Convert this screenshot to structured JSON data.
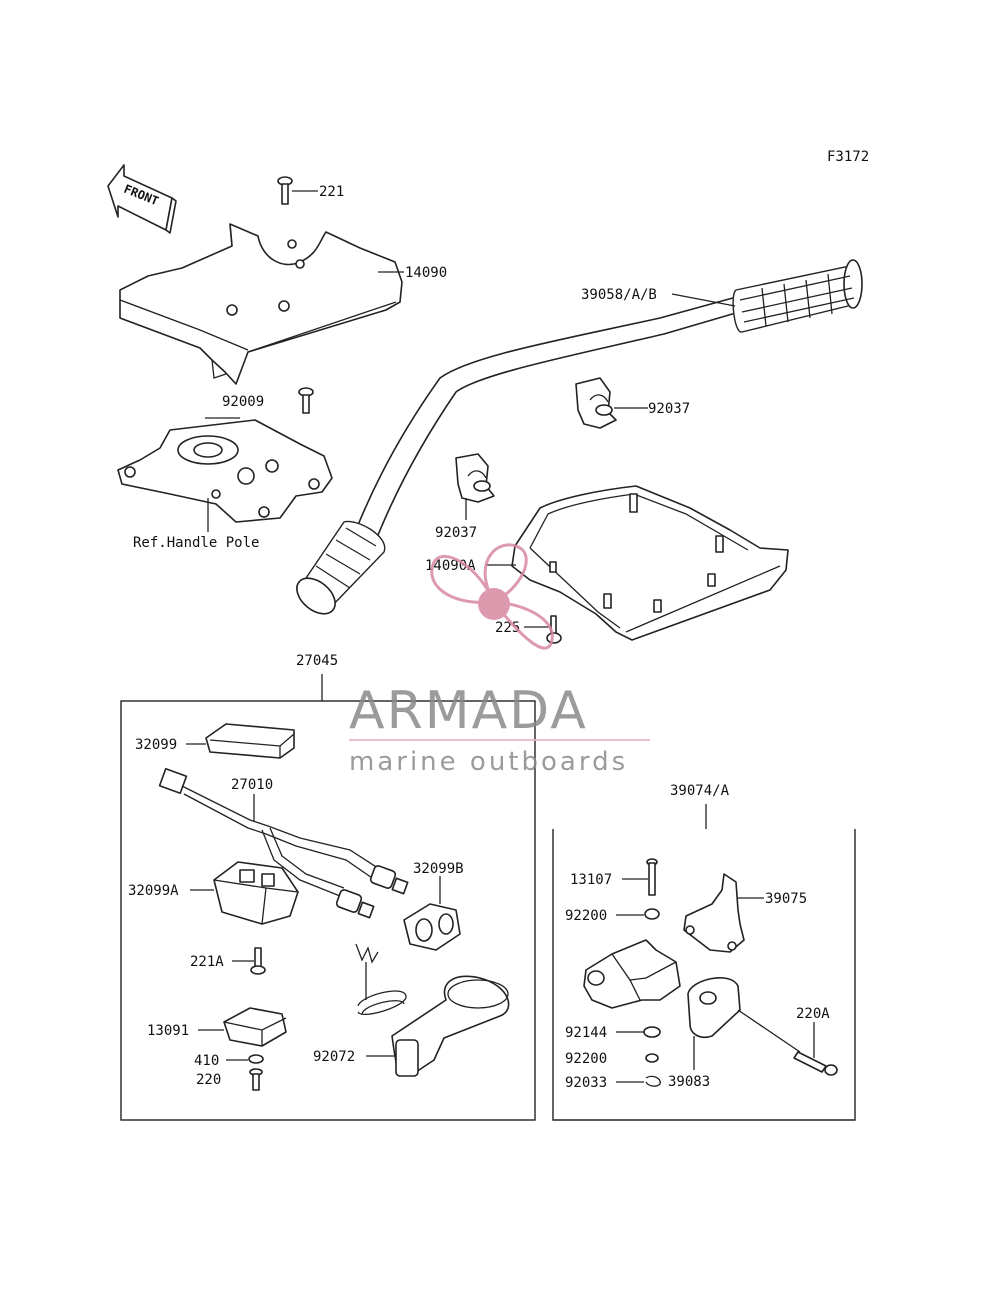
{
  "figure_code": "F3172",
  "front_arrow_label": "FRONT",
  "labels": {
    "p221": "221",
    "p14090": "14090",
    "p39058": "39058/A/B",
    "p92009": "92009",
    "p92037a": "92037",
    "p92037b": "92037",
    "ref_handle_pole": "Ref.Handle Pole",
    "p14090A": "14090A",
    "p225": "225",
    "p27045": "27045",
    "p32099": "32099",
    "p27010": "27010",
    "p32099A": "32099A",
    "p32099B": "32099B",
    "p221A": "221A",
    "p13091": "13091",
    "p410": "410",
    "p220": "220",
    "p92072": "92072",
    "p39074": "39074/A",
    "p13107": "13107",
    "p39075": "39075",
    "p92200a": "92200",
    "p92144": "92144",
    "p92200b": "92200",
    "p92033": "92033",
    "p39083": "39083",
    "p220A": "220A"
  },
  "watermark": {
    "brand": "ARMADA",
    "tagline": "marine outboards",
    "colors": {
      "propeller": "#d8889f",
      "text": "#8a8a8a",
      "rule": "#e7b5c4"
    }
  }
}
